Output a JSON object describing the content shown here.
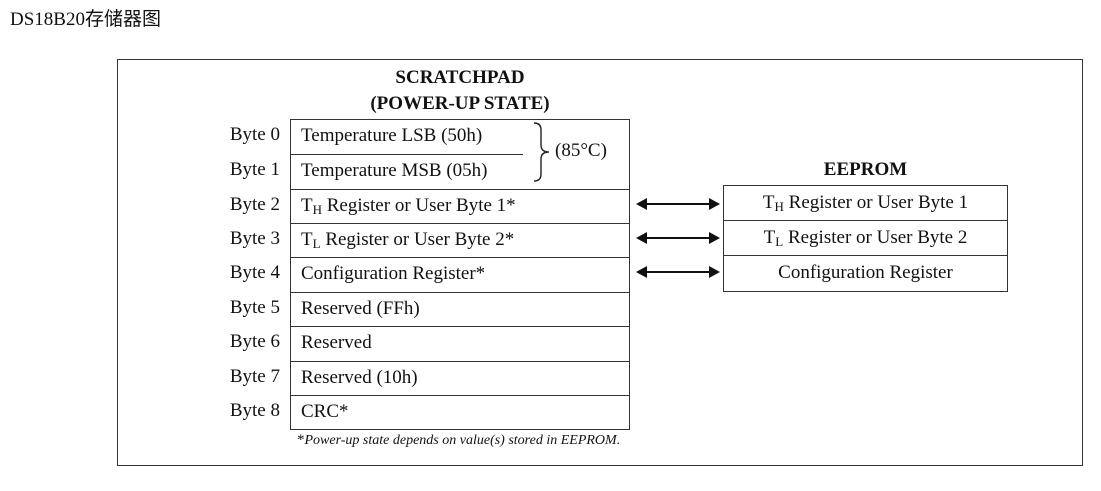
{
  "page_title": "DS18B20存储器图",
  "scratchpad": {
    "heading_line1": "SCRATCHPAD",
    "heading_line2": "(POWER-UP STATE)",
    "rows": [
      {
        "byte": "Byte 0",
        "pre": "Temperature LSB (50h)",
        "sub": "",
        "post": ""
      },
      {
        "byte": "Byte 1",
        "pre": "Temperature MSB (05h)",
        "sub": "",
        "post": ""
      },
      {
        "byte": "Byte 2",
        "pre": "T",
        "sub": "H",
        "post": " Register or User Byte 1*"
      },
      {
        "byte": "Byte 3",
        "pre": "T",
        "sub": "L",
        "post": " Register or User Byte 2*"
      },
      {
        "byte": "Byte 4",
        "pre": "Configuration Register*",
        "sub": "",
        "post": ""
      },
      {
        "byte": "Byte 5",
        "pre": "Reserved (FFh)",
        "sub": "",
        "post": ""
      },
      {
        "byte": "Byte 6",
        "pre": "Reserved",
        "sub": "",
        "post": ""
      },
      {
        "byte": "Byte 7",
        "pre": "Reserved (10h)",
        "sub": "",
        "post": ""
      },
      {
        "byte": "Byte 8",
        "pre": "CRC*",
        "sub": "",
        "post": ""
      }
    ],
    "temperature_annotation": "(85°C)"
  },
  "eeprom": {
    "heading": "EEPROM",
    "rows": [
      {
        "pre": "T",
        "sub": "H",
        "post": " Register or User Byte 1"
      },
      {
        "pre": "T",
        "sub": "L",
        "post": " Register or User Byte 2"
      },
      {
        "pre": "Configuration Register",
        "sub": "",
        "post": ""
      }
    ]
  },
  "footnote": {
    "star": "*",
    "text": "Power-up state depends on value(s) stored in EEPROM."
  }
}
